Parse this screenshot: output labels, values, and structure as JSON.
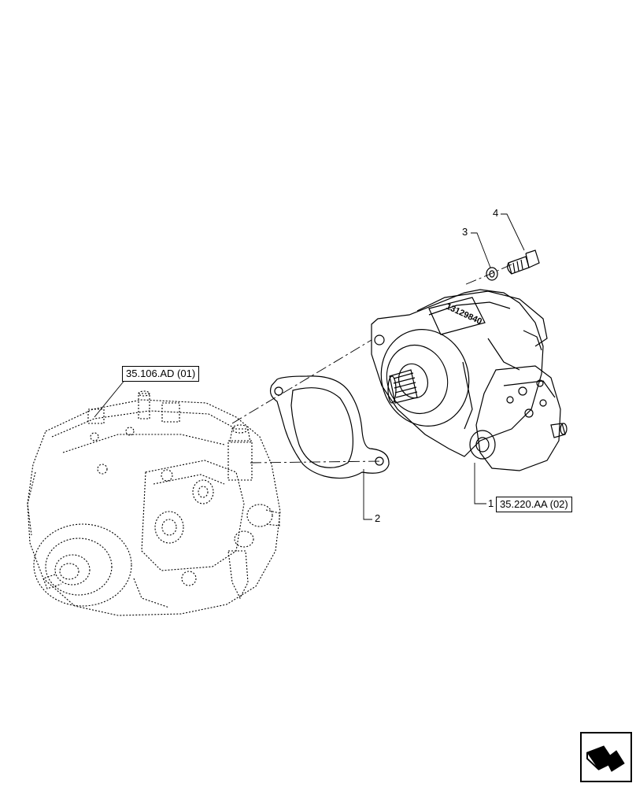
{
  "diagram": {
    "part_numbers": [
      "1",
      "2",
      "3",
      "4"
    ],
    "references": {
      "left_pump": "35.106.AD (01)",
      "right_pump": "35.220.AA (02)"
    },
    "pump_marking": "13129840",
    "icons": {
      "next_page": "next-page-arrow-icon"
    }
  }
}
